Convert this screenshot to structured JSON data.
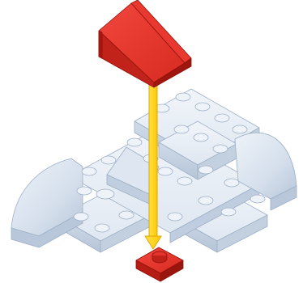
{
  "instruction_step": {
    "description_visible_text": "",
    "model_part_names": [
      "pale-blue-base-assembly",
      "red-slope-brick",
      "red-target-plate",
      "yellow-placement-arrow"
    ],
    "colors": {
      "base_light": "#e8eef6",
      "base_mid": "#c9d6e6",
      "base_dark": "#a9b8cc",
      "edge": "#9aa9bf",
      "red_light": "#ef3b33",
      "red_mid": "#d82a22",
      "red_dark": "#a8180f",
      "arrow_fill": "#ffd400",
      "arrow_edge": "#e0a800"
    }
  }
}
